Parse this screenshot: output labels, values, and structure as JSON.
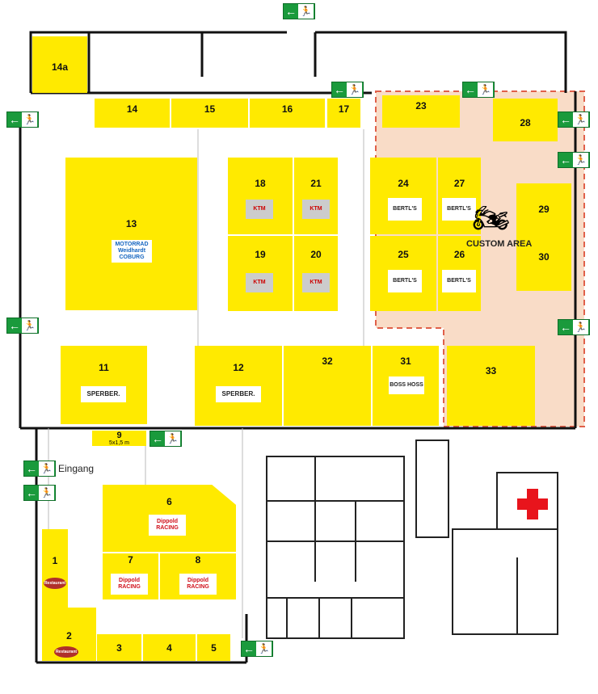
{
  "booths": [
    {
      "id": "14a",
      "label": "14a"
    },
    {
      "id": "14",
      "label": "14"
    },
    {
      "id": "15",
      "label": "15"
    },
    {
      "id": "16",
      "label": "16"
    },
    {
      "id": "17",
      "label": "17"
    },
    {
      "id": "23",
      "label": "23"
    },
    {
      "id": "28",
      "label": "28"
    },
    {
      "id": "13",
      "label": "13"
    },
    {
      "id": "18",
      "label": "18"
    },
    {
      "id": "21",
      "label": "21"
    },
    {
      "id": "19",
      "label": "19"
    },
    {
      "id": "20",
      "label": "20"
    },
    {
      "id": "24",
      "label": "24"
    },
    {
      "id": "27",
      "label": "27"
    },
    {
      "id": "25",
      "label": "25"
    },
    {
      "id": "26",
      "label": "26"
    },
    {
      "id": "29",
      "label": "29"
    },
    {
      "id": "30",
      "label": "30"
    },
    {
      "id": "11",
      "label": "11"
    },
    {
      "id": "12",
      "label": "12"
    },
    {
      "id": "32",
      "label": "32"
    },
    {
      "id": "31",
      "label": "31"
    },
    {
      "id": "33",
      "label": "33"
    },
    {
      "id": "9",
      "label": "9",
      "size": "5x1,5 m"
    },
    {
      "id": "6",
      "label": "6"
    },
    {
      "id": "7",
      "label": "7"
    },
    {
      "id": "8",
      "label": "8"
    },
    {
      "id": "1",
      "label": "1"
    },
    {
      "id": "2",
      "label": "2"
    },
    {
      "id": "3",
      "label": "3"
    },
    {
      "id": "4",
      "label": "4"
    },
    {
      "id": "5",
      "label": "5"
    }
  ],
  "logos": {
    "motorrad": "MOTORRAD Weidhardt COBURG",
    "ktm": "KTM",
    "bertls": "BERTL'S",
    "sperber": "SPERBER.",
    "boss": "BOSS HOSS",
    "dippold": "Dippold RACING",
    "restaurant": "Restaurant"
  },
  "custom_area": {
    "label": "CUSTOM AREA",
    "fill": "#f9dcc7",
    "border": "#e0604a"
  },
  "entrance_label": "Eingang",
  "colors": {
    "booth": "#ffea00",
    "exit": "#1a9a3c",
    "first_aid": "#e8141c"
  },
  "icons": {
    "exit": "emergency-exit-sign-icon",
    "first_aid": "red-cross-icon",
    "motorcycle": "motorcycle-icon"
  }
}
